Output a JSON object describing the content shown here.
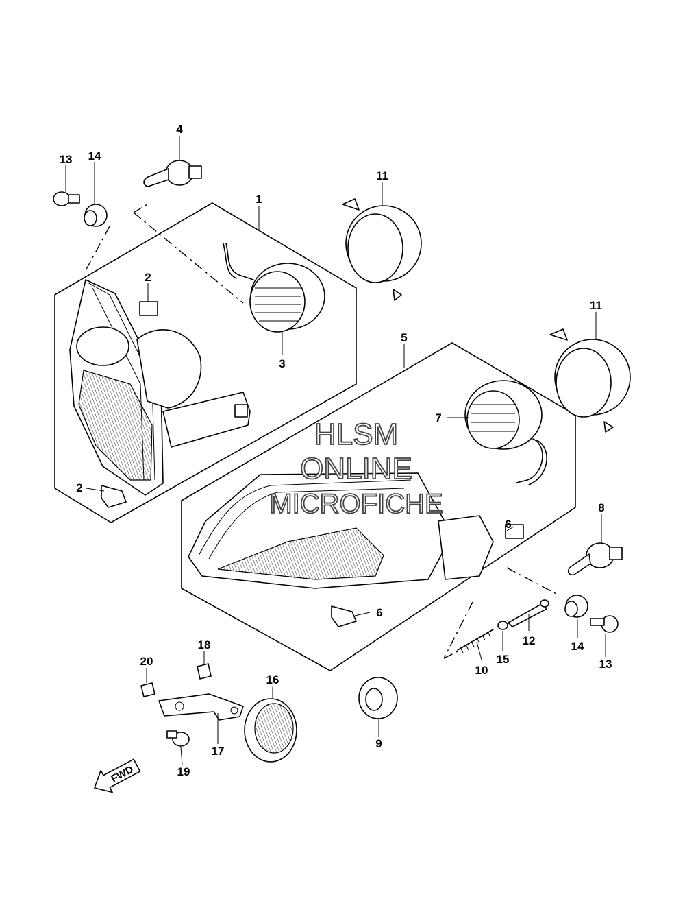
{
  "diagram": {
    "callouts": {
      "c1": "1",
      "c2a": "2",
      "c2b": "2",
      "c3": "3",
      "c4": "4",
      "c5": "5",
      "c6a": "6",
      "c6b": "6",
      "c7": "7",
      "c8": "8",
      "c9": "9",
      "c10": "10",
      "c11a": "11",
      "c11b": "11",
      "c12": "12",
      "c13a": "13",
      "c13b": "13",
      "c14a": "14",
      "c14b": "14",
      "c15": "15",
      "c16": "16",
      "c17": "17",
      "c18": "18",
      "c19": "19",
      "c20": "20"
    },
    "watermark": {
      "line1": "HLSM",
      "line2": "ONLINE",
      "line3": "MICROFICHE"
    },
    "direction_label": "FWD"
  }
}
